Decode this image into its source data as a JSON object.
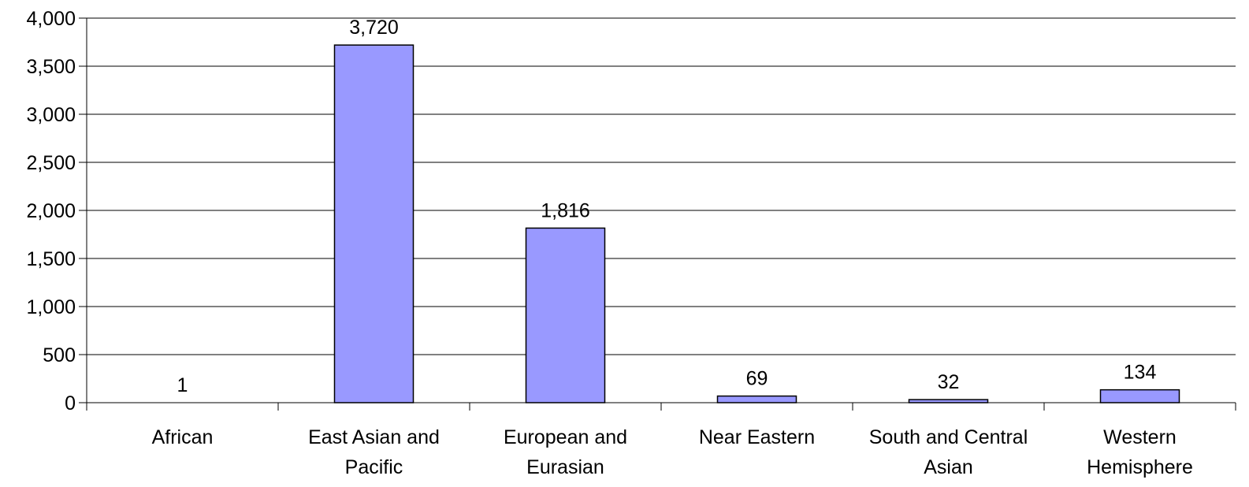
{
  "chart_data": {
    "type": "bar",
    "categories": [
      [
        "African"
      ],
      [
        "East Asian and",
        "Pacific"
      ],
      [
        "European and",
        "Eurasian"
      ],
      [
        "Near Eastern"
      ],
      [
        "South and Central",
        "Asian"
      ],
      [
        "Western",
        "Hemisphere"
      ]
    ],
    "values": [
      1,
      3720,
      1816,
      69,
      32,
      134
    ],
    "value_labels": [
      "1",
      "3,720",
      "1,816",
      "69",
      "32",
      "134"
    ],
    "yticks": [
      0,
      500,
      1000,
      1500,
      2000,
      2500,
      3000,
      3500,
      4000
    ],
    "ytick_labels": [
      "0",
      "500",
      "1,000",
      "1,500",
      "2,000",
      "2,500",
      "3,000",
      "3,500",
      "4,000"
    ],
    "ylim": [
      0,
      4000
    ],
    "grid": true,
    "title": "",
    "xlabel": "",
    "ylabel": "",
    "colors": {
      "bar_fill": "#9999ff",
      "bar_stroke": "#000000",
      "grid": "#000000"
    }
  }
}
